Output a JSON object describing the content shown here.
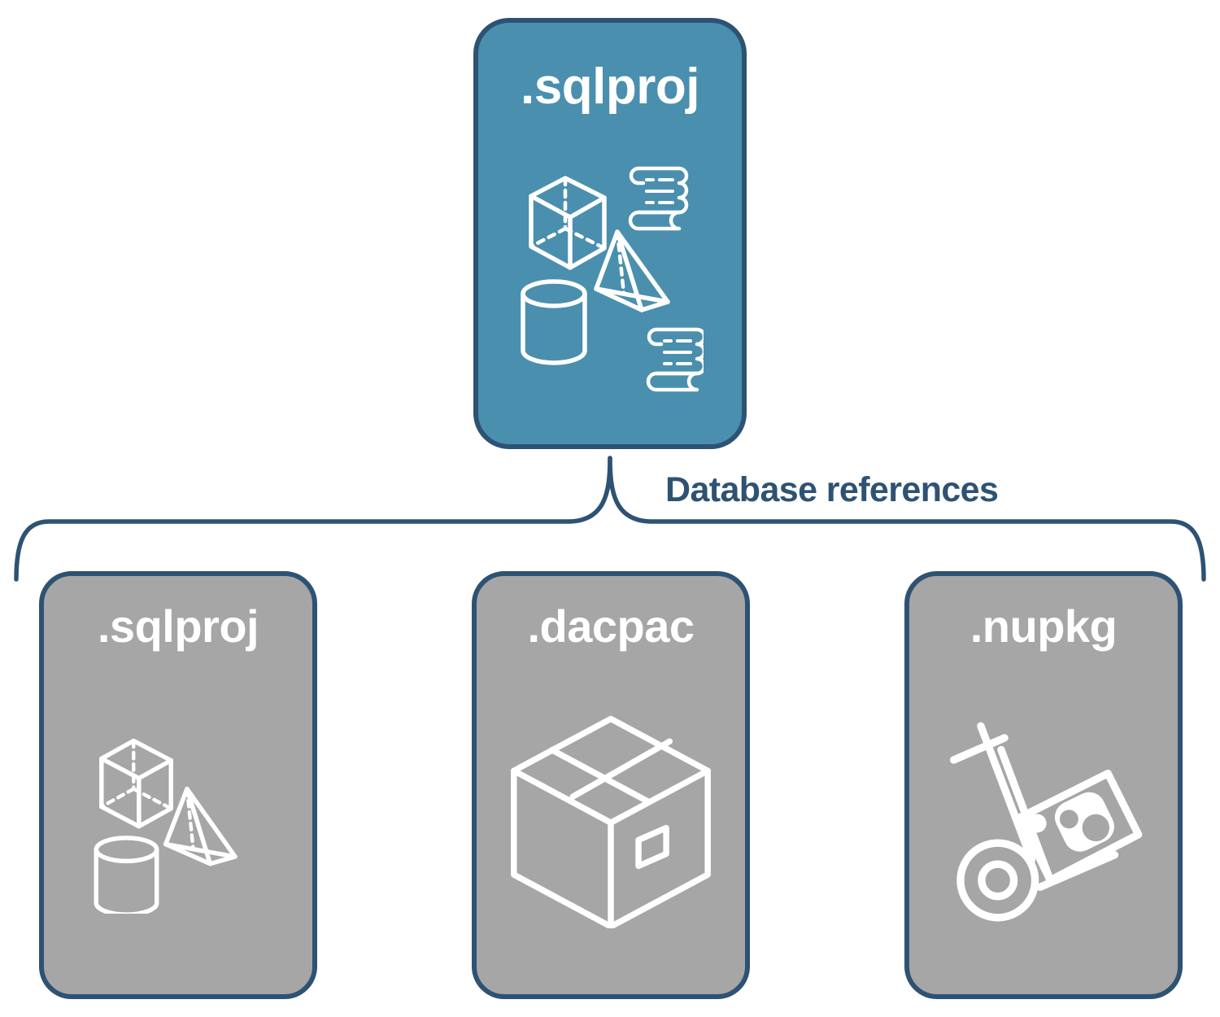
{
  "diagram": {
    "title": "Database references",
    "colors": {
      "accent_fill": "#4A8FAE",
      "neutral_fill": "#A6A6A6",
      "stroke": "#2E5273",
      "icon": "#FFFFFF",
      "background": "#FFFFFF"
    }
  },
  "parent": {
    "label": ".sqlproj",
    "icons": [
      "cube-icon",
      "scroll-icon",
      "pyramid-icon",
      "cylinder-icon",
      "scroll-icon"
    ]
  },
  "connector": {
    "label": "Database references",
    "shape": "curly-brace"
  },
  "children": [
    {
      "label": ".sqlproj",
      "icons": [
        "cube-icon",
        "pyramid-icon",
        "cylinder-icon"
      ]
    },
    {
      "label": ".dacpac",
      "icons": [
        "package-box-icon"
      ]
    },
    {
      "label": ".nupkg",
      "icons": [
        "hand-truck-nuget-icon"
      ]
    }
  ]
}
